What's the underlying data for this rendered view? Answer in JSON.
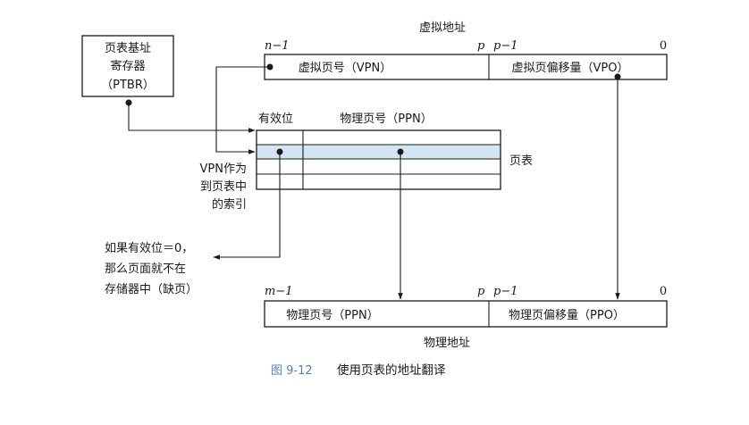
{
  "figure": {
    "number": "图 9-12",
    "caption": "使用页表的地址翻译"
  },
  "ptbr": {
    "line1": "页表基址",
    "line2": "寄存器",
    "line3": "（PTBR）"
  },
  "virtual_address": {
    "title": "虚拟地址",
    "label_high": "n−1",
    "label_p": "p",
    "label_p1": "p−1",
    "label_zero": "0",
    "vpn_label": "虚拟页号（VPN）",
    "vpo_label": "虚拟页偏移量（VPO）"
  },
  "page_table": {
    "valid_header": "有效位",
    "ppn_header": "物理页号（PPN）",
    "label": "页表",
    "row_highlight_color": "#d3e5f2"
  },
  "index_note": {
    "line1": "VPN作为",
    "line2": "到页表中",
    "line3": "的索引"
  },
  "fault_note": {
    "line1": "如果有效位＝0，",
    "line2": "那么页面就不在",
    "line3": "存储器中（缺页）"
  },
  "physical_address": {
    "title": "物理地址",
    "label_high": "m−1",
    "label_p": "p",
    "label_p1": "p−1",
    "label_zero": "0",
    "ppn_label": "物理页号（PPN）",
    "ppo_label": "物理页偏移量（PPO）"
  }
}
